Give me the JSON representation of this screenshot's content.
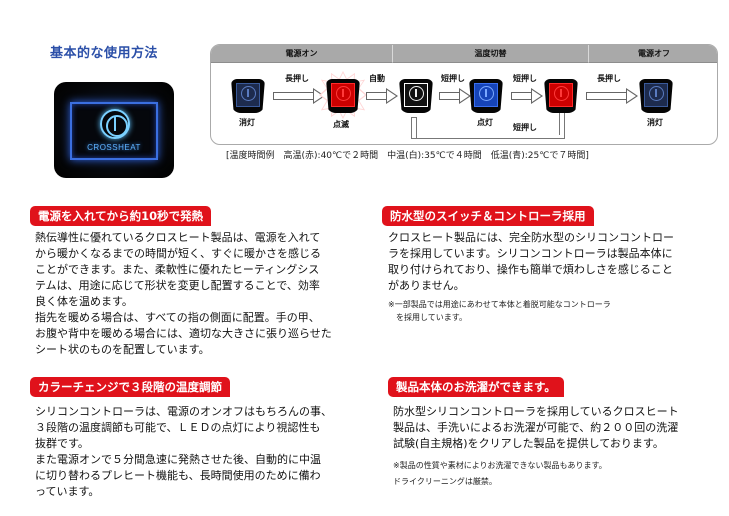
{
  "page_title": "基本的な使用方法",
  "photo": {
    "brand_text": "CROSSHEAT"
  },
  "diagram": {
    "headers": [
      {
        "label": "電源オン"
      },
      {
        "label": "温度切替"
      },
      {
        "label": "電源オフ"
      }
    ],
    "states": [
      {
        "color": "off",
        "label": "消灯"
      },
      {
        "color": "red",
        "label": "点滅"
      },
      {
        "color": "white",
        "label": ""
      },
      {
        "color": "blue",
        "label": "点灯"
      },
      {
        "color": "red",
        "label": ""
      },
      {
        "color": "off",
        "label": "消灯"
      }
    ],
    "arrows": [
      {
        "label": "長押し"
      },
      {
        "label": "自動"
      },
      {
        "label": "短押し"
      },
      {
        "label": "短押し"
      },
      {
        "label": "長押し"
      }
    ],
    "loop_label": "短押し",
    "temperature_example": "[温度時間例　高温(赤):40℃で２時間　中温(白):35℃で４時間　低温(青):25℃で７時間]"
  },
  "sections": [
    {
      "title": "電源を入れてから約10秒で発熱",
      "body": [
        "熱伝導性に優れているクロスヒート製品は、電源を入れて",
        "から暖かくなるまでの時間が短く、すぐに暖かさを感じる",
        "ことができます。また、柔軟性に優れたヒーティングシス",
        "テムは、用途に応じて形状を変更し配置することで、効率",
        "良く体を温めます。",
        "指先を暖める場合は、すべての指の側面に配置。手の甲、",
        "お腹や背中を暖める場合には、適切な大きさに張り巡らせた",
        "シート状のものを配置しています。"
      ],
      "notes": []
    },
    {
      "title": "防水型のスイッチ＆コントローラ採用",
      "body": [
        "クロスヒート製品には、完全防水型のシリコンコントロー",
        "ラを採用しています。シリコンコントローラは製品本体に",
        "取り付けられており、操作も簡単で煩わしさを感じること",
        "がありません。"
      ],
      "notes": [
        "※一部製品では用途にあわせて本体と着脱可能なコントローラ",
        "　を採用しています。"
      ]
    },
    {
      "title": "カラーチェンジで３段階の温度調節",
      "body": [
        "シリコンコントローラは、電源のオンオフはもちろんの事、",
        "３段階の温度調節も可能で、ＬＥＤの点灯により視認性も",
        "抜群です。",
        "また電源オンで５分間急速に発熱させた後、自動的に中温",
        "に切り替わるプレヒート機能も、長時間使用のために備わ",
        "っています。"
      ],
      "notes": []
    },
    {
      "title": "製品本体のお洗濯ができます。",
      "body": [
        "防水型シリコンコントローラを採用しているクロスヒート",
        "製品は、手洗いによるお洗濯が可能で、約２００回の洗濯",
        "試験(自主規格)をクリアした製品を提供しております。"
      ],
      "notes": [
        "※製品の性質や素材によりお洗濯できない製品もあります。",
        "ドライクリーニングは厳禁。"
      ]
    }
  ],
  "colors": {
    "title_blue": "#2b4fa8",
    "section_red": "#e0121b",
    "header_gray": "#a9a9a9"
  }
}
